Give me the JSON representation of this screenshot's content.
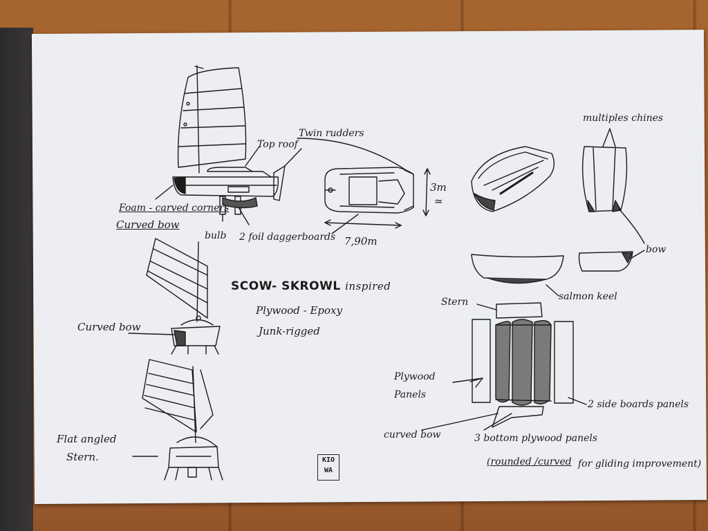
{
  "sheet": {
    "main_title": "SCOW- SKROWL",
    "main_title_suffix": "inspired",
    "line2": "Plywood - Epoxy",
    "line3": "Junk-rigged",
    "signature": [
      "KIO",
      "WA"
    ]
  },
  "side_view": {
    "top_roof": "Top roof",
    "twin_rudders": "Twin rudders",
    "foam_corners": "Foam - carved corners",
    "curved_bow": "Curved bow",
    "bulb": "bulb",
    "daggerboards": "2 foil daggerboards"
  },
  "top_view": {
    "length": "7,90m",
    "width": "3m",
    "approx": "≃"
  },
  "front_view": {
    "curved_bow": "Curved bow"
  },
  "rear_view": {
    "stern_line1": "Flat angled",
    "stern_line2": "Stern."
  },
  "hull_details": {
    "multiple_chines": "multiples chines",
    "bow": "bow",
    "salmon_keel": "salmon keel",
    "stern": "Stern",
    "plywood_panels_1": "Plywood",
    "plywood_panels_2": "Panels",
    "curved_bow": "curved bow",
    "side_boards": "2 side boards panels",
    "bottom_panels": "3 bottom plywood panels",
    "rounded_curved": "(rounded /curved",
    "gliding": "for gliding improvement)"
  },
  "colors": {
    "ink": "#1b1b1b",
    "paper": "#eceef1",
    "table": "#a0602d"
  }
}
